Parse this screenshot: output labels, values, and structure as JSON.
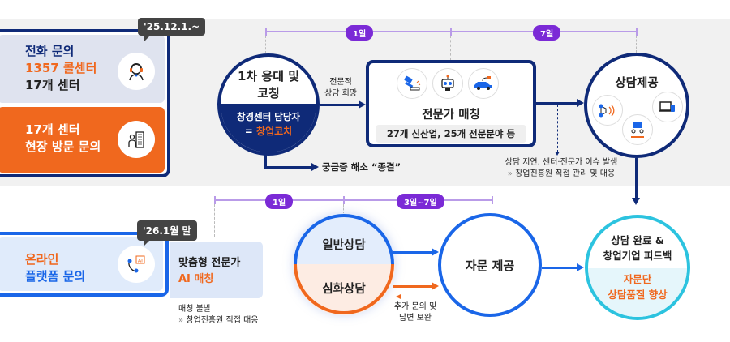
{
  "top_section": {
    "phone_card": {
      "tag": "'25.12.1.~",
      "line1": "전화 문의",
      "line2": "1357 콜센터",
      "line3": "17개 센터",
      "icon": "call-center-agent-icon"
    },
    "visit_card": {
      "line1": "17개 센터",
      "line2": "현장 방문 문의",
      "icon": "building-visit-icon"
    },
    "timeline": [
      {
        "label": "1일"
      },
      {
        "label": "7일"
      }
    ],
    "first_response": {
      "title_line1": "1차 응대 및",
      "title_line2": "코칭",
      "sub_line1": "창경센터 담당자",
      "sub_line2_prefix": "= ",
      "sub_line2_highlight": "창업코치"
    },
    "arrow_label_line1": "전문적",
    "arrow_label_line2": "상담 희망",
    "resolve_label": "궁금증 해소 “종결”",
    "expert_matching": {
      "icons": [
        "gavel-icon",
        "robot-icon",
        "electric-car-icon"
      ],
      "title": "전문가 매칭",
      "subtitle": "27개 신산업, 25개 전문분야 등"
    },
    "delay_note_line1": "상담 지연, 센터·전문가 이슈 발생",
    "delay_note_line2": "창업진흥원 직접 관리 및 대응",
    "consult_provide": {
      "title": "상담제공",
      "icons": [
        "phone-broadcast-icon",
        "meeting-icon",
        "devices-icon"
      ]
    }
  },
  "bottom_section": {
    "online_card": {
      "tag": "'26.1월 말",
      "line1": "온라인",
      "line2": "플랫폼 문의",
      "icon": "ai-chat-icon"
    },
    "ai_matching": {
      "line1": "맞춤형 전문가",
      "line2": "AI 매칭"
    },
    "fail_note_line1": "매칭 불발",
    "fail_note_line2": "창업진흥원 직접 대응",
    "timeline": [
      {
        "label": "1일"
      },
      {
        "label": "3일~7일"
      }
    ],
    "consult_types": {
      "general": "일반상담",
      "deep": "심화상담"
    },
    "supplement_line1": "추가 문의 및",
    "supplement_line2": "답변 보완",
    "advice": "자문 제공",
    "completion": {
      "line1": "상담 완료 &",
      "line2": "창업기업 피드백",
      "line3": "자문단",
      "line4": "상담품질 향상"
    }
  },
  "colors": {
    "navy": "#0f2a78",
    "orange": "#f0681e",
    "blue": "#1a66e8",
    "purple": "#7b2ad6",
    "cyan": "#2cc3df"
  }
}
